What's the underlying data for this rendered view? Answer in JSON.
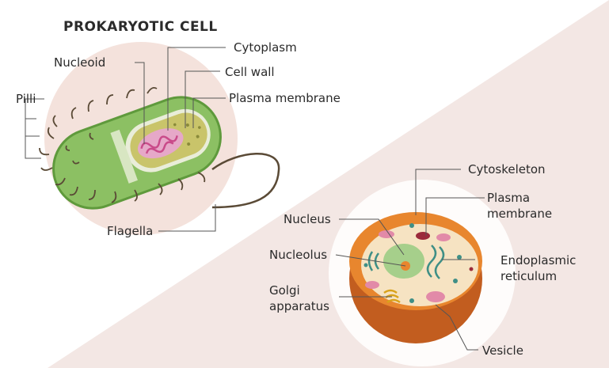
{
  "title": "PROKARYOTIC CELL",
  "prokaryote_labels": {
    "cytoplasm": "Cytoplasm",
    "nucleoid": "Nucleoid",
    "cell_wall": "Cell wall",
    "pilli": "Pilli",
    "plasma_membrane": "Plasma membrane",
    "flagella": "Flagella"
  },
  "eukaryote_labels": {
    "cytoskeleton": "Cytoskeleton",
    "plasma_membrane_line1": "Plasma",
    "plasma_membrane_line2": "membrane",
    "nucleus": "Nucleus",
    "nucleolus": "Nucleolus",
    "er_line1": "Endoplasmic",
    "er_line2": "reticulum",
    "golgi_line1": "Golgi",
    "golgi_line2": "apparatus",
    "vesicle": "Vesicle"
  },
  "colors": {
    "background_left": "#ffffff",
    "background_right": "#f3e7e4",
    "halo": "#f4e2dc",
    "bacterium_body": "#8cc063",
    "bacterium_dark": "#5f9a3c",
    "cytoplasm": "#c9c46a",
    "nucleoid": "#c94b8a",
    "pili": "#5a4a36",
    "cell_orange": "#e8862e",
    "cell_cream": "#f6e3c2",
    "nucleus": "#a6cf8b",
    "leader_line": "#555555"
  }
}
